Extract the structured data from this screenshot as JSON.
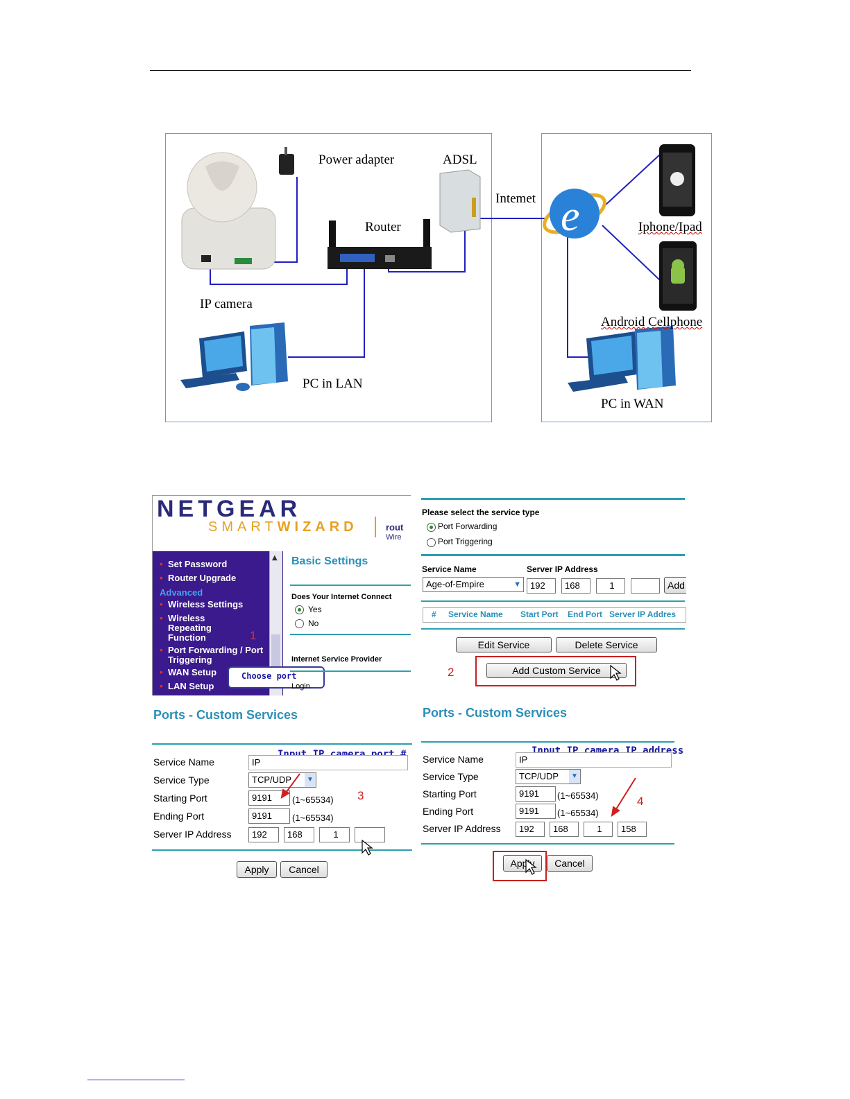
{
  "diagram": {
    "labels": {
      "power_adapter": "Power adapter",
      "adsl": "ADSL",
      "internet": "Intemet",
      "router": "Router",
      "ip_camera": "IP camera",
      "pc_lan": "PC in LAN",
      "iphone": "Iphone/Ipad",
      "android": "Android Cellphone",
      "pc_wan": "PC in WAN"
    }
  },
  "netgear": {
    "logo_top": "NETGEAR",
    "logo_smart": "SMART",
    "logo_wizard": "WIZARD",
    "side_text1": "rout",
    "side_text2": "Wire",
    "menu": [
      "Set Password",
      "Router Upgrade",
      "Wireless Settings",
      "Wireless Repeating Function",
      "Port Forwarding / Port Triggering",
      "WAN Setup",
      "LAN Setup"
    ],
    "menu_section": "Advanced",
    "basic_title": "Basic Settings",
    "question": "Does Your Internet Connect",
    "yes": "Yes",
    "no": "No",
    "isp": "Internet Service Provider",
    "login": "Login",
    "tooltip": "Choose port",
    "step1": "1"
  },
  "service_type": {
    "heading": "Please select the service type",
    "opt_fwd": "Port Forwarding",
    "opt_trig": "Port Triggering",
    "col_service": "Service Name",
    "col_server": "Server IP Address",
    "select_value": "Age-of-Empire",
    "ip": [
      "192",
      "168",
      "1",
      ""
    ],
    "add_btn": "Add",
    "table_cols": [
      "#",
      "Service Name",
      "Start Port",
      "End Port",
      "Server IP Addres"
    ],
    "edit_btn": "Edit Service",
    "delete_btn": "Delete Service",
    "custom_btn": "Add Custom Service",
    "step2": "2"
  },
  "form_left": {
    "title": "Ports - Custom Services",
    "note": "Input IP camera port #",
    "labels": [
      "Service Name",
      "Service Type",
      "Starting Port",
      "Ending Port",
      "Server IP Address"
    ],
    "service_name": "IP",
    "service_type": "TCP/UDP",
    "start_port": "9191",
    "end_port": "9191",
    "range": "(1~65534)",
    "ip": [
      "192",
      "168",
      "1",
      ""
    ],
    "apply": "Apply",
    "cancel": "Cancel",
    "step3": "3"
  },
  "form_right": {
    "title": "Ports - Custom Services",
    "note": "Input IP camera IP address",
    "labels": [
      "Service Name",
      "Service Type",
      "Starting Port",
      "Ending Port",
      "Server IP Address"
    ],
    "service_name": "IP",
    "service_type": "TCP/UDP",
    "start_port": "9191",
    "end_port": "9191",
    "range": "(1~65534)",
    "ip": [
      "192",
      "168",
      "1",
      "158"
    ],
    "apply": "Apply",
    "cancel": "Cancel",
    "step4": "4"
  },
  "colors": {
    "accent": "#2d9fb0",
    "menu_bg": "#3a1a8c",
    "mark": "#c82020"
  }
}
